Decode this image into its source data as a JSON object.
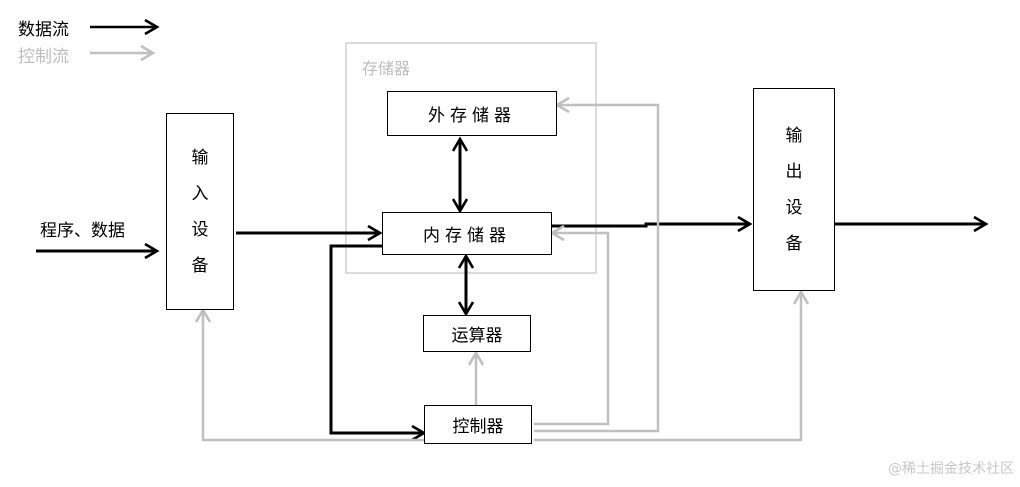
{
  "legend": {
    "data_flow_label": "数据流",
    "control_flow_label": "控制流"
  },
  "memory_group": {
    "label": "存储器"
  },
  "nodes": {
    "input_device": [
      "输",
      "入",
      "设",
      "备"
    ],
    "output_device": [
      "输",
      "出",
      "设",
      "备"
    ],
    "external_storage": "外存储器",
    "internal_storage": "内存储器",
    "alu": "运算器",
    "controller": "控制器"
  },
  "input_label": "程序、数据",
  "watermark": "@稀土掘金技术社区",
  "colors": {
    "data_flow": "#000000",
    "control_flow": "#c0c0c0",
    "group_border": "#d0d0d0"
  }
}
